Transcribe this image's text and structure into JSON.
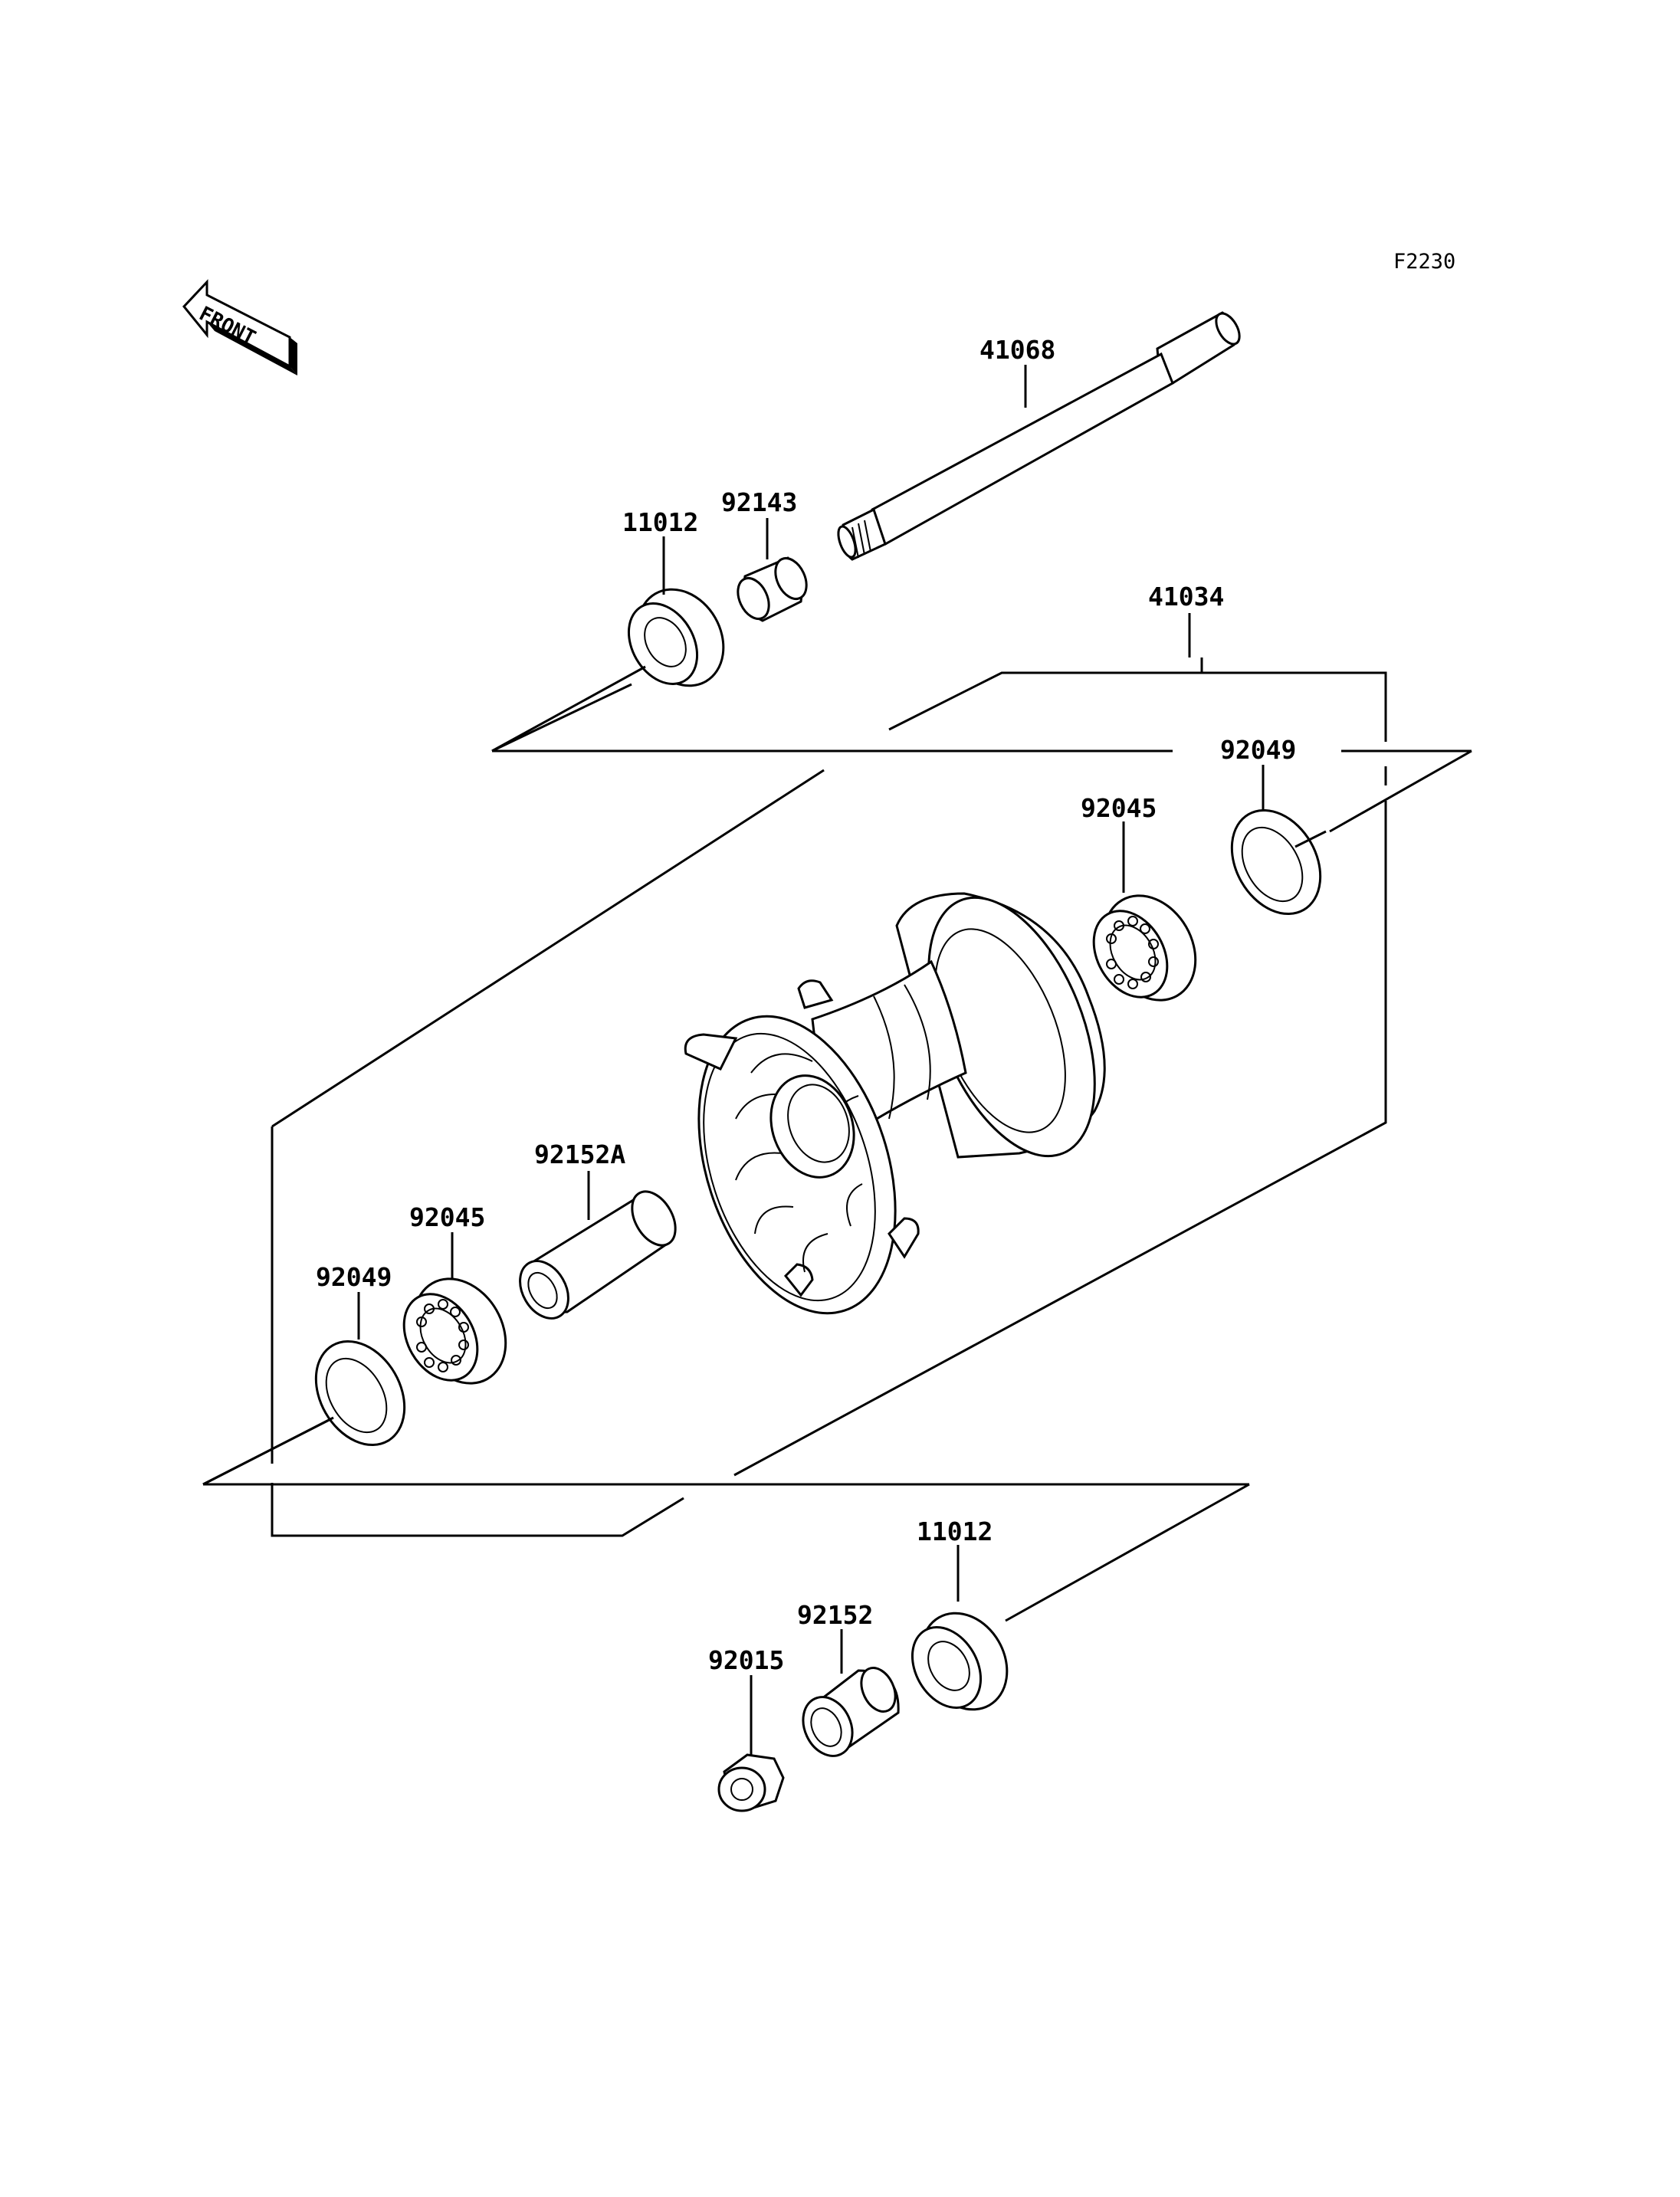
{
  "figure_code": "F2230",
  "front_label": "FRONT",
  "parts": {
    "axle": "41068",
    "collar_upper": "92143",
    "oil_seal_upper": "11012",
    "hub_assembly": "41034",
    "seal_right": "92049",
    "bearing_right": "92045",
    "spacer_long": "92152A",
    "bearing_left": "92045",
    "seal_left": "92049",
    "oil_seal_lower": "11012",
    "collar_lower": "92152",
    "nut": "92015"
  }
}
